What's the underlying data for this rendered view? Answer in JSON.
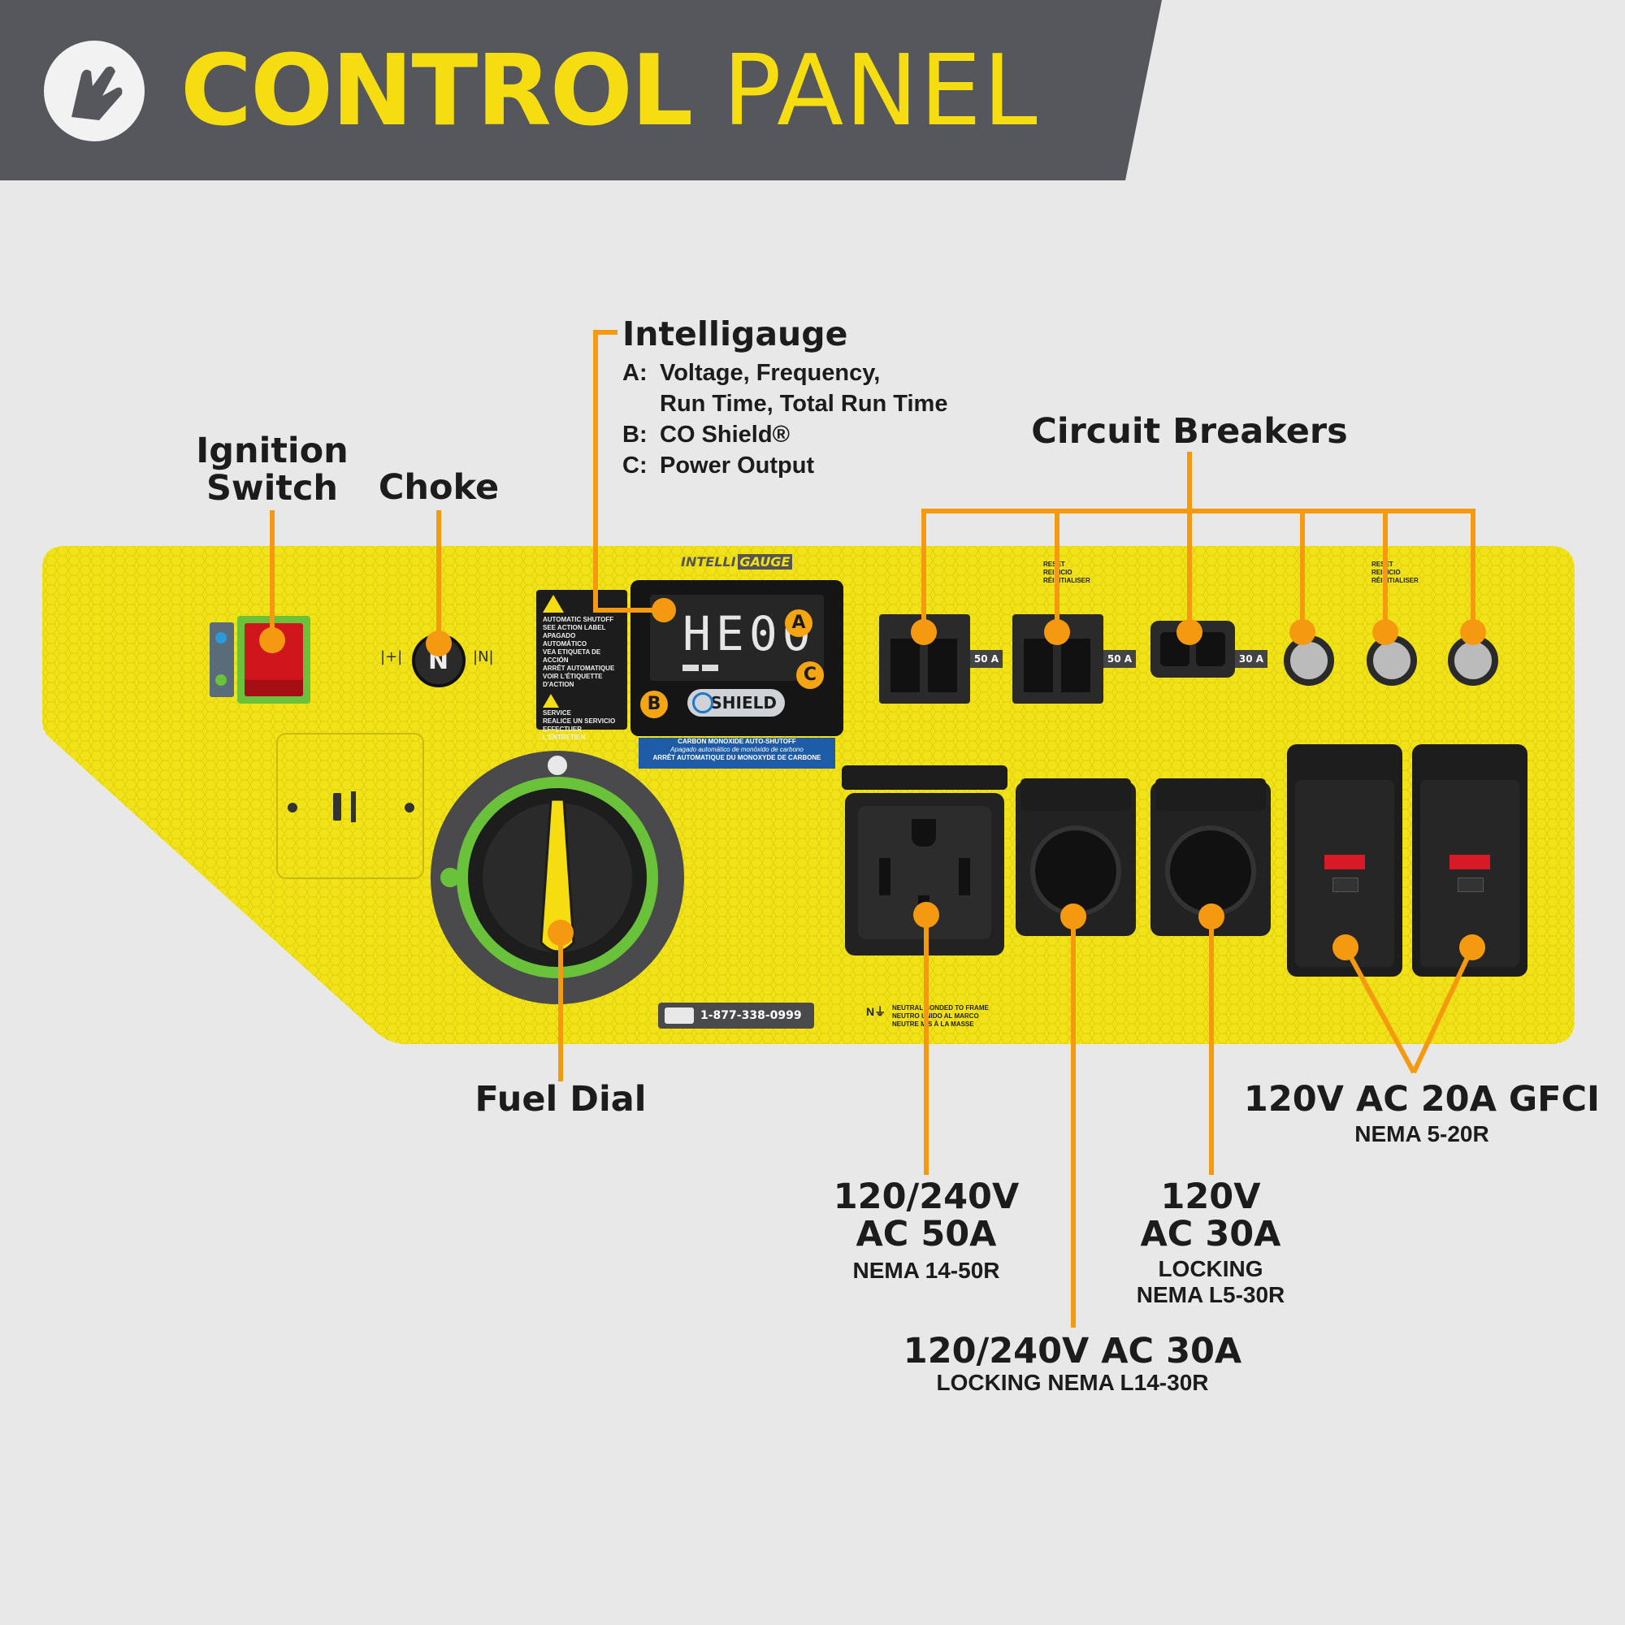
{
  "header": {
    "title_bold": "CONTROL",
    "title_light": "PANEL",
    "icon": "hand-pointer-icon",
    "colors": {
      "band": "#55575c",
      "accent": "#f5dd11",
      "background": "#e8e8e8"
    }
  },
  "callouts": {
    "ignition_switch": [
      "Ignition",
      "Switch"
    ],
    "choke": "Choke",
    "intelligauge": {
      "title": "Intelligauge",
      "items": [
        {
          "key": "A:",
          "text": "Voltage, Frequency,",
          "text2": "Run Time, Total Run Time"
        },
        {
          "key": "B:",
          "text": "CO Shield®"
        },
        {
          "key": "C:",
          "text": "Power Output"
        }
      ]
    },
    "circuit_breakers": "Circuit Breakers",
    "fuel_dial": "Fuel Dial",
    "outlet_50a": {
      "line1": "120/240V",
      "line2": "AC 50A",
      "sub": "NEMA 14-50R"
    },
    "outlet_l14": {
      "line1": "120/240V AC 30A",
      "sub": "LOCKING NEMA L14-30R"
    },
    "outlet_l5": {
      "line1": "120V",
      "line2": "AC 30A",
      "sub1": "LOCKING",
      "sub2": "NEMA L5-30R"
    },
    "outlet_gfci": {
      "line1": "120V AC 20A GFCI",
      "sub": "NEMA 5-20R"
    }
  },
  "panel": {
    "intelligauge_logo_a": "INTELLI",
    "intelligauge_logo_b": "GAUGE",
    "display_value": "HE00",
    "marker_a": "A",
    "marker_b": "B",
    "marker_c": "C",
    "coshield_logo": "SHIELD",
    "co_banner": [
      "CARBON MONOXIDE AUTO-SHUTOFF",
      "Apagado automático de monóxido de carbono",
      "ARRÊT AUTOMATIQUE DU MONOXYDE DE CARBONE"
    ],
    "shutoff_label": [
      "AUTOMATIC SHUTOFF",
      "SEE ACTION LABEL",
      "APAGADO AUTOMÁTICO",
      "VEA ETIQUETA DE ACCIÓN",
      "ARRÊT AUTOMATIQUE",
      "VOIR L'ÉTIQUETTE D'ACTION"
    ],
    "service_label": [
      "SERVICE",
      "REALICE UN SERVICIO",
      "EFFECTUER L'ENTRETIEN"
    ],
    "reset_label": [
      "RESET",
      "REINICIO",
      "RÉINITIALISER"
    ],
    "breaker_ratings": [
      "50 A",
      "50 A",
      "30 A"
    ],
    "phone": "1-877-338-0999",
    "neutral_label": [
      "NEUTRAL BONDED TO FRAME",
      "NEUTRO UNIDO AL MARCO",
      "NEUTRE MIS À LA MASSE"
    ],
    "colors": {
      "panel": "#f2e318",
      "callout_line": "#f59a10",
      "switch_red": "#d0161c",
      "dial_green": "#6ac23a"
    }
  }
}
